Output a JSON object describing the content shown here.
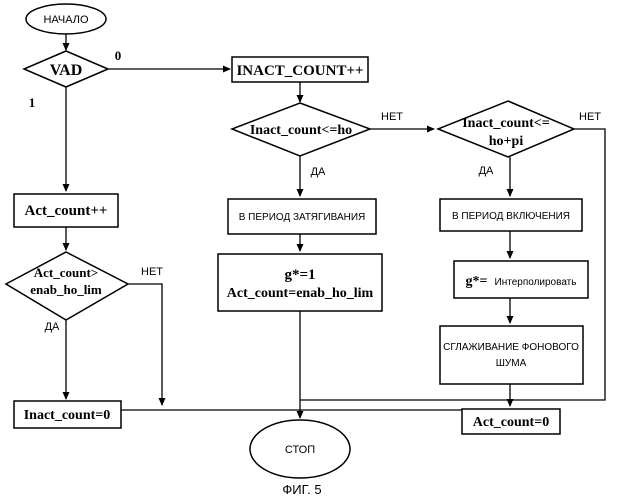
{
  "flowchart": {
    "start": "НАЧАЛО",
    "vad": "VAD",
    "vad_zero": "0",
    "vad_one": "1",
    "inact_count_inc": "INACT_COUNT++",
    "cond_ho": "Inact_count<=ho",
    "cond_ho_no": "НЕТ",
    "cond_ho_yes": "ДА",
    "cond_hopi_line1": "Inact_count<=",
    "cond_hopi_line2": "ho+pi",
    "cond_hopi_no": "НЕТ",
    "cond_hopi_yes": "ДА",
    "act_count_inc": "Act_count++",
    "cond_enab_line1": "Act_count>",
    "cond_enab_line2": "enab_ho_lim",
    "cond_enab_no": "НЕТ",
    "cond_enab_yes": "ДА",
    "hangover_period": "В ПЕРИОД ЗАТЯГИВАНИЯ",
    "gain_line1": "g*=1",
    "gain_line2": "Act_count=enab_ho_lim",
    "inclusion_period": "В ПЕРИОД ВКЛЮЧЕНИЯ",
    "interp_gain": "g*=",
    "interp_word": "Интерполировать",
    "smoothing_line1": "СГЛАЖИВАНИЕ ФОНОВОГО",
    "smoothing_line2": "ШУМА",
    "inact_reset": "Inact_count=0",
    "act_reset": "Act_count=0",
    "stop": "СТОП"
  },
  "caption": "ФИГ. 5"
}
